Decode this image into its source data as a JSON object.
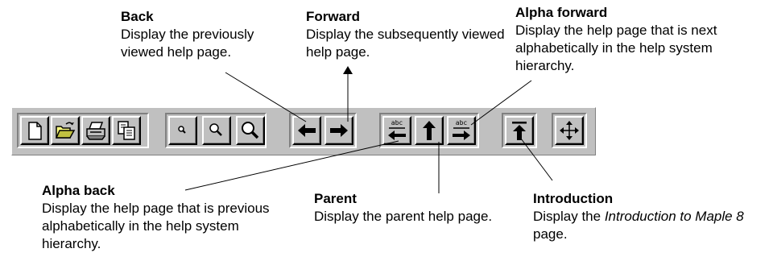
{
  "callouts": {
    "back": {
      "title": "Back",
      "description": "Display the previously viewed help page."
    },
    "forward": {
      "title": "Forward",
      "description": "Display the subsequently viewed help page."
    },
    "alpha_forward": {
      "title": "Alpha forward",
      "description": "Display the help page that is next alphabetically in the help system hierarchy."
    },
    "alpha_back": {
      "title": "Alpha back",
      "description": "Display the help page that is previous alphabetically in the help system hierarchy."
    },
    "parent": {
      "title": "Parent",
      "description": "Display the parent help page."
    },
    "introduction": {
      "title": "Introduction",
      "description_before": "Display the ",
      "description_italic": "Introduction to Maple 8",
      "description_after": " page."
    }
  },
  "toolbar": {
    "alpha_label": "abc",
    "buttons": [
      {
        "name": "new-button",
        "icon": "new-document-icon"
      },
      {
        "name": "open-button",
        "icon": "open-folder-icon"
      },
      {
        "name": "print-button",
        "icon": "printer-icon"
      },
      {
        "name": "copy-button",
        "icon": "copy-icon"
      },
      {
        "name": "zoom-small-button",
        "icon": "magnifier-small-icon"
      },
      {
        "name": "zoom-medium-button",
        "icon": "magnifier-medium-icon"
      },
      {
        "name": "zoom-large-button",
        "icon": "magnifier-large-icon"
      },
      {
        "name": "back-button",
        "icon": "arrow-left-icon"
      },
      {
        "name": "forward-button",
        "icon": "arrow-right-icon"
      },
      {
        "name": "alpha-back-button",
        "icon": "alpha-back-icon"
      },
      {
        "name": "parent-button",
        "icon": "arrow-up-icon"
      },
      {
        "name": "alpha-forward-button",
        "icon": "alpha-forward-icon"
      },
      {
        "name": "introduction-button",
        "icon": "arrow-to-top-icon"
      },
      {
        "name": "move-button",
        "icon": "four-way-arrow-icon"
      }
    ]
  }
}
